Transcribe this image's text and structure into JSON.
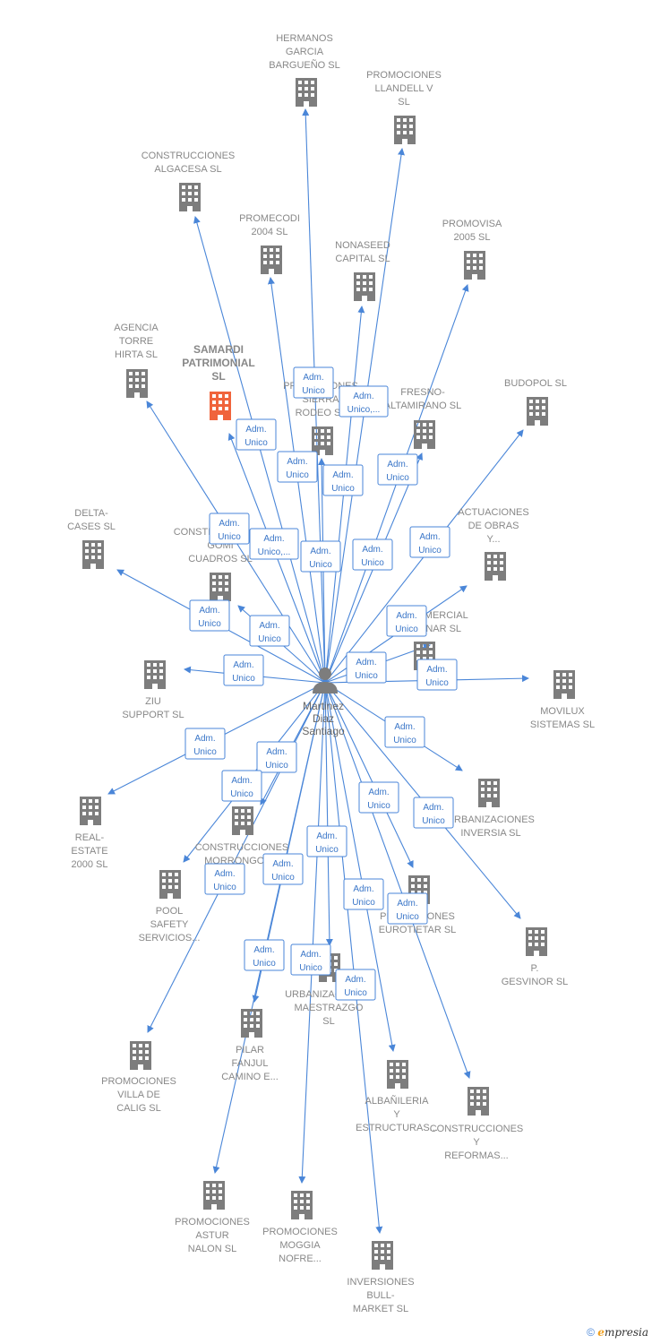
{
  "colors": {
    "edge": "#4a86d8",
    "building": "#7d7d7d",
    "building_highlight": "#f0643c",
    "person": "#7d7d7d",
    "label": "#888888"
  },
  "center": {
    "icon": "person-icon",
    "lines": [
      "Martinez",
      "Diaz",
      "Santiago"
    ]
  },
  "role_lines": [
    "Adm.",
    "Unico"
  ],
  "role_lines_alt": [
    "Adm.",
    "Unico,..."
  ],
  "nodes": [
    {
      "id": "hermanos",
      "lines": [
        "HERMANOS",
        "GARCIA",
        "BARGUEÑO  SL"
      ]
    },
    {
      "id": "llandell",
      "lines": [
        "PROMOCIONES",
        "LLANDELL V",
        "SL"
      ]
    },
    {
      "id": "algacesa",
      "lines": [
        "CONSTRUCCIONES",
        "ALGACESA SL"
      ]
    },
    {
      "id": "promecodi",
      "lines": [
        "PROMECODI",
        "2004 SL"
      ]
    },
    {
      "id": "nonaseed",
      "lines": [
        "NONASEED",
        "CAPITAL  SL"
      ]
    },
    {
      "id": "promovisa",
      "lines": [
        "PROMOVISA",
        "2005  SL"
      ]
    },
    {
      "id": "agencia",
      "lines": [
        "AGENCIA",
        "TORRE",
        "HIRTA  SL"
      ]
    },
    {
      "id": "samardi",
      "lines": [
        "SAMARDI",
        "PATRIMONIAL",
        "SL"
      ],
      "highlight": true
    },
    {
      "id": "sierra",
      "lines": [
        "PROMOCIONES",
        "SIERRA",
        "RODEO SL"
      ]
    },
    {
      "id": "fresno",
      "lines": [
        "FRESNO-",
        "ALTAMIRANO SL"
      ]
    },
    {
      "id": "budopol",
      "lines": [
        "BUDOPOL  SL"
      ]
    },
    {
      "id": "delta",
      "lines": [
        "DELTA-",
        "CASES  SL"
      ]
    },
    {
      "id": "gomi",
      "lines": [
        "CONSTRUCCIONES",
        "GOMI",
        "CUADROS SL"
      ]
    },
    {
      "id": "actuaciones",
      "lines": [
        "ACTUACIONES",
        "DE OBRAS",
        "Y..."
      ]
    },
    {
      "id": "comercial",
      "lines": [
        "COMERCIAL",
        "PINAR SL"
      ]
    },
    {
      "id": "ziu",
      "lines": [
        "ZIU",
        "SUPPORT SL"
      ]
    },
    {
      "id": "movilux",
      "lines": [
        "MOVILUX",
        "SISTEMAS  SL"
      ]
    },
    {
      "id": "realestate",
      "lines": [
        "REAL-",
        "ESTATE",
        "2000 SL"
      ]
    },
    {
      "id": "morrongo",
      "lines": [
        "CONSTRUCCIONES",
        "MORRONGO SL"
      ]
    },
    {
      "id": "urbinversia",
      "lines": [
        "URBANIZACIONES",
        "INVERSIA SL"
      ]
    },
    {
      "id": "pool",
      "lines": [
        "POOL",
        "SAFETY",
        "SERVICIOS..."
      ]
    },
    {
      "id": "eurotietar",
      "lines": [
        "PROMOCIONES",
        "EUROTIETAR SL"
      ]
    },
    {
      "id": "gesvinor",
      "lines": [
        "P.",
        "GESVINOR  SL"
      ]
    },
    {
      "id": "maestrazgo",
      "lines": [
        "URBANIZACIONES",
        "MAESTRAZGO",
        "SL"
      ]
    },
    {
      "id": "pilar",
      "lines": [
        "PILAR",
        "FANJUL",
        "CAMINO E..."
      ]
    },
    {
      "id": "calig",
      "lines": [
        "PROMOCIONES",
        "VILLA DE",
        "CALIG  SL"
      ]
    },
    {
      "id": "albanileria",
      "lines": [
        "ALBAÑILERIA",
        "Y",
        "ESTRUCTURAS..."
      ]
    },
    {
      "id": "reformas",
      "lines": [
        "CONSTRUCCIONES",
        "Y",
        "REFORMAS..."
      ]
    },
    {
      "id": "astur",
      "lines": [
        "PROMOCIONES",
        "ASTUR",
        "NALON SL"
      ]
    },
    {
      "id": "moggia",
      "lines": [
        "PROMOCIONES",
        "MOGGIA",
        "NOFRE..."
      ]
    },
    {
      "id": "bull",
      "lines": [
        "INVERSIONES",
        "BULL-",
        "MARKET SL"
      ]
    }
  ],
  "footer": {
    "copyright": "©",
    "brand_initial": "e",
    "brand_rest": "mpresia"
  }
}
